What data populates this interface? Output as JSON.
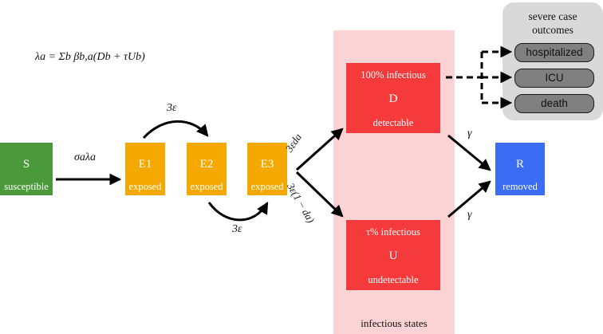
{
  "formula": "λa = Σb βb,a(Db + τUb)",
  "compartments": {
    "S": {
      "symbol": "S",
      "label": "susceptible",
      "color": "#4a9a3b"
    },
    "E1": {
      "symbol": "E1",
      "label": "exposed",
      "color": "#f5a800"
    },
    "E2": {
      "symbol": "E2",
      "label": "exposed",
      "color": "#f5a800"
    },
    "E3": {
      "symbol": "E3",
      "label": "exposed",
      "color": "#f5a800"
    },
    "D": {
      "title": "100% infectious",
      "symbol": "D",
      "label": "detectable",
      "color": "#f43a3a"
    },
    "U": {
      "title": "τ% infectious",
      "symbol": "U",
      "label": "undetectable",
      "color": "#f43a3a"
    },
    "R": {
      "symbol": "R",
      "label": "removed",
      "color": "#3a6cf4"
    }
  },
  "rates": {
    "s_to_e1": "σaλa",
    "e1_to_e2": "3ε",
    "e2_to_e3": "3ε",
    "e3_to_d": "3εda",
    "e3_to_u": "3ε(1 − da)",
    "d_to_r": "γ",
    "u_to_r": "γ"
  },
  "infectious_band": {
    "label": "infectious states",
    "color": "#fcd3d4"
  },
  "severe": {
    "title_line1": "severe case",
    "title_line2": "outcomes",
    "outcomes": [
      "hospitalized",
      "ICU",
      "death"
    ]
  }
}
